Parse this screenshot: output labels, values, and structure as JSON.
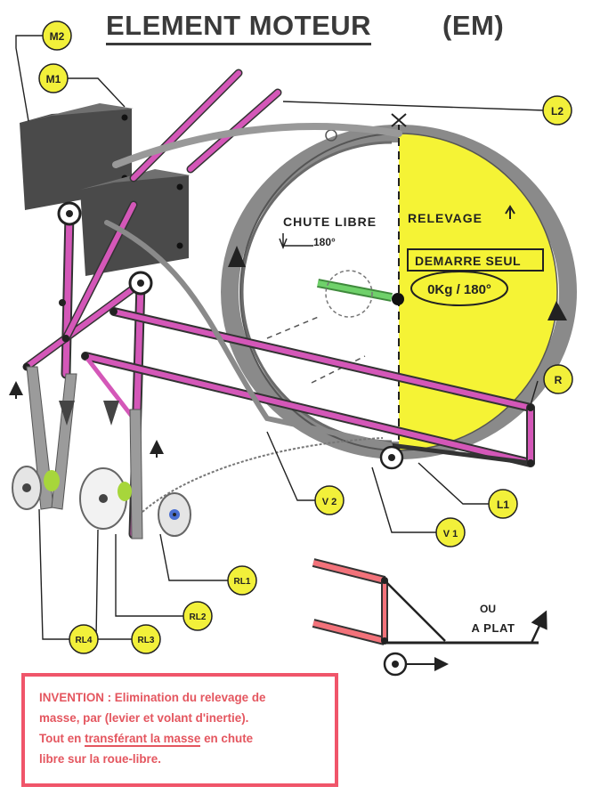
{
  "title": {
    "main": "ELEMENT MOTEUR",
    "abbr": "(EM)"
  },
  "labels": {
    "m2": "M2",
    "m1": "M1",
    "l2": "L2",
    "r": "R",
    "l1": "L1",
    "v1": "V 1",
    "v2": "V 2",
    "rl1": "RL1",
    "rl2": "RL2",
    "rl3": "RL3",
    "rl4": "RL4"
  },
  "wheel": {
    "chute_libre": "CHUTE LIBRE",
    "angle_left": "180°",
    "relevage": "RELEVAGE",
    "demarre_seul": "DEMARRE SEUL",
    "mass_note": "0Kg / 180°"
  },
  "inset": {
    "ou": "OU",
    "a_plat": "A PLAT"
  },
  "invention": {
    "line1": "INVENTION : Elimination du relevage de",
    "line2": "masse, par (levier et volant d'inertie).",
    "line3a": "Tout en ",
    "line3b": "transférant la masse",
    "line3c": " en chute",
    "line4": "libre sur la roue-libre."
  },
  "colors": {
    "label_fill": "#f2f03a",
    "yellow_half": "#f5f335",
    "magenta": "#d457b8",
    "dark_gray": "#5b5b5b",
    "green_shaft": "#6fd16a",
    "invention_red": "#f0556a"
  },
  "icons": {
    "scissors": "scissors-icon",
    "axle": "axle-circle-icon",
    "flywheel": "flywheel-icon",
    "freewheel": "freewheel-icon"
  }
}
